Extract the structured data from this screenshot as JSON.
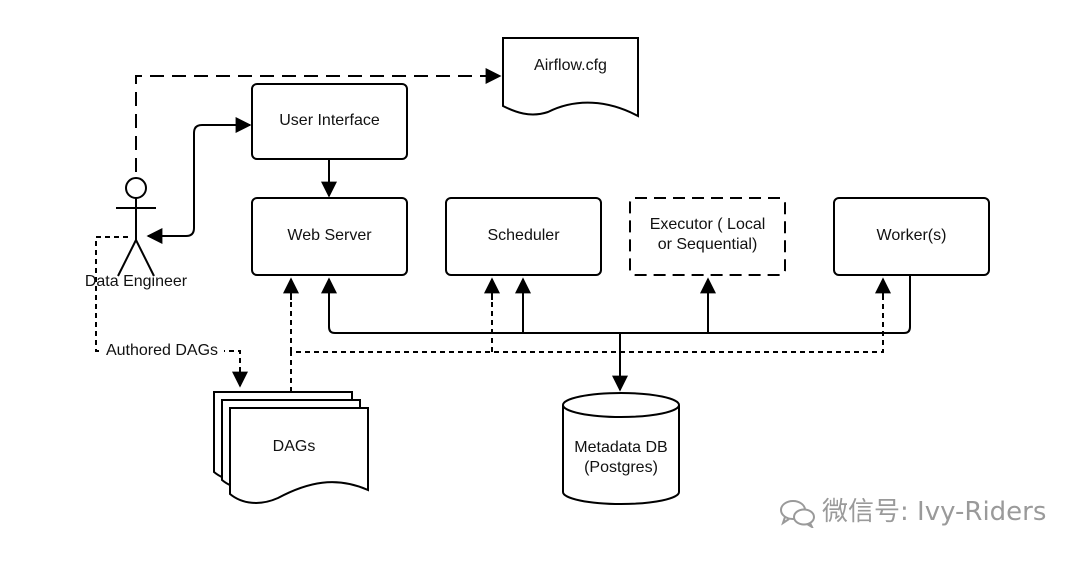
{
  "nodes": {
    "airflow_cfg": "Airflow.cfg",
    "user_interface": "User Interface",
    "web_server": "Web Server",
    "scheduler": "Scheduler",
    "executor_line1": "Executor ( Local",
    "executor_line2": "or Sequential)",
    "workers": "Worker(s)",
    "data_engineer": "Data Engineer",
    "dags": "DAGs",
    "metadata_line1": "Metadata DB",
    "metadata_line2": "(Postgres)"
  },
  "edges": {
    "authored_dags": "Authored DAGs"
  },
  "watermark": {
    "text": "微信号: Ivy-Riders",
    "icon": "wechat-icon"
  }
}
